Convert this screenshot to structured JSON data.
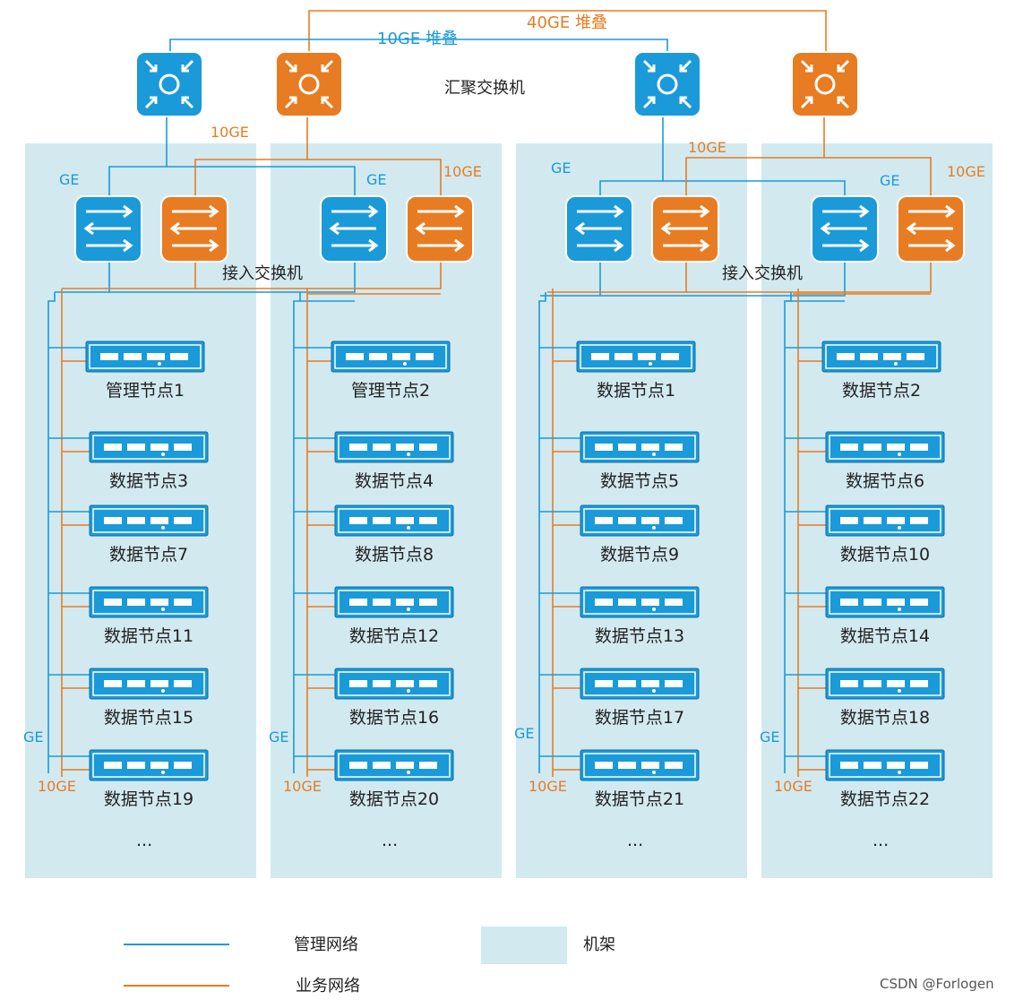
{
  "colors": {
    "management": "#1a9ad8",
    "business": "#e77c22",
    "rack": "#d2e9f0"
  },
  "labels": {
    "stack_40ge": "40GE 堆叠",
    "stack_10ge": "10GE 堆叠",
    "aggregation_switch": "汇聚交换机",
    "access_switch": "接入交换机",
    "ge": "GE",
    "tenge": "10GE",
    "ellipsis": "..."
  },
  "racks": [
    {
      "nodes": [
        "管理节点1",
        "数据节点3",
        "数据节点7",
        "数据节点11",
        "数据节点15",
        "数据节点19"
      ]
    },
    {
      "nodes": [
        "管理节点2",
        "数据节点4",
        "数据节点8",
        "数据节点12",
        "数据节点16",
        "数据节点20"
      ]
    },
    {
      "nodes": [
        "数据节点1",
        "数据节点5",
        "数据节点9",
        "数据节点13",
        "数据节点17",
        "数据节点21"
      ]
    },
    {
      "nodes": [
        "数据节点2",
        "数据节点6",
        "数据节点10",
        "数据节点14",
        "数据节点18",
        "数据节点22"
      ]
    }
  ],
  "legend": {
    "management_network": "管理网络",
    "business_network": "业务网络",
    "rack": "机架"
  },
  "watermark": "CSDN @Forlogen"
}
